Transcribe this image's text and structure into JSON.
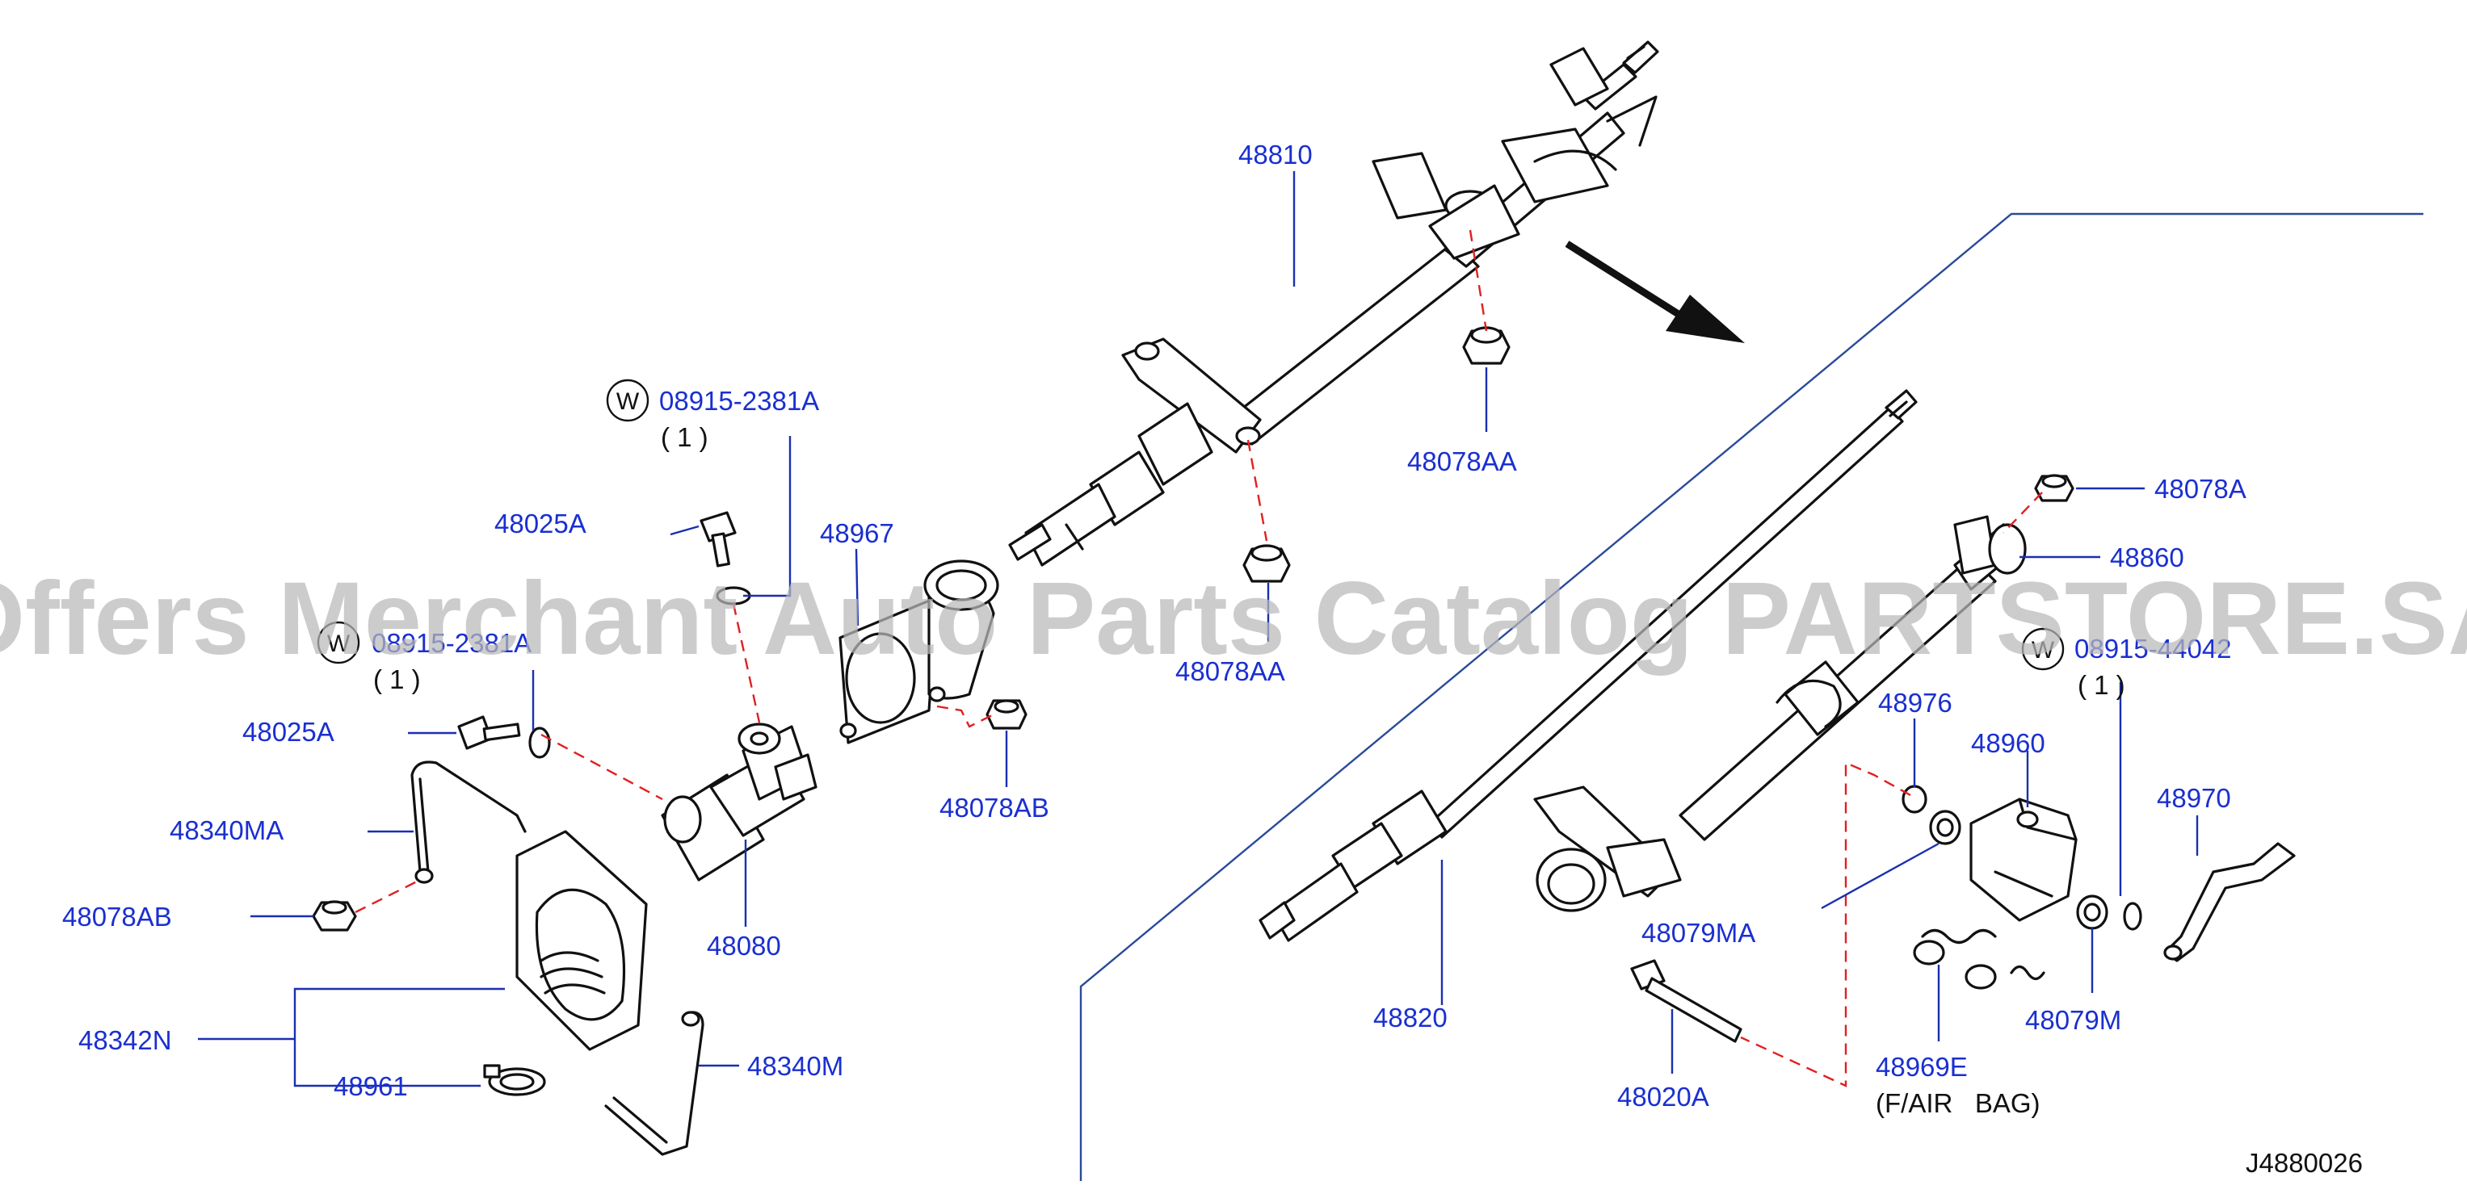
{
  "watermark": "Offers Merchant Auto Parts Catalog PARTSTORE.SA",
  "diagram_code": "J4880026",
  "washer_symbol": "W",
  "parts": {
    "p48810": "48810",
    "p48078AA_top": "48078AA",
    "p48078AA_mid": "48078AA",
    "p08915_2381A_top": "08915-2381A",
    "qty_top": "( 1 )",
    "p08915_2381A_left": "08915-2381A",
    "qty_left": "( 1 )",
    "p48025A_top": "48025A",
    "p48025A_left": "48025A",
    "p48967": "48967",
    "p48078AB_mid": "48078AB",
    "p48078AB_left": "48078AB",
    "p48340MA": "48340MA",
    "p48080": "48080",
    "p48342N": "48342N",
    "p48961": "48961",
    "p48340M": "48340M",
    "p48078A": "48078A",
    "p48860": "48860",
    "p08915_44042": "08915-44042",
    "qty_right": "( 1 )",
    "p48976": "48976",
    "p48960": "48960",
    "p48970": "48970",
    "p48079MA": "48079MA",
    "p48820": "48820",
    "p48079M": "48079M",
    "p48969E": "48969E",
    "note_air_bag": "(F/AIR   BAG)",
    "p48020A": "48020A"
  }
}
